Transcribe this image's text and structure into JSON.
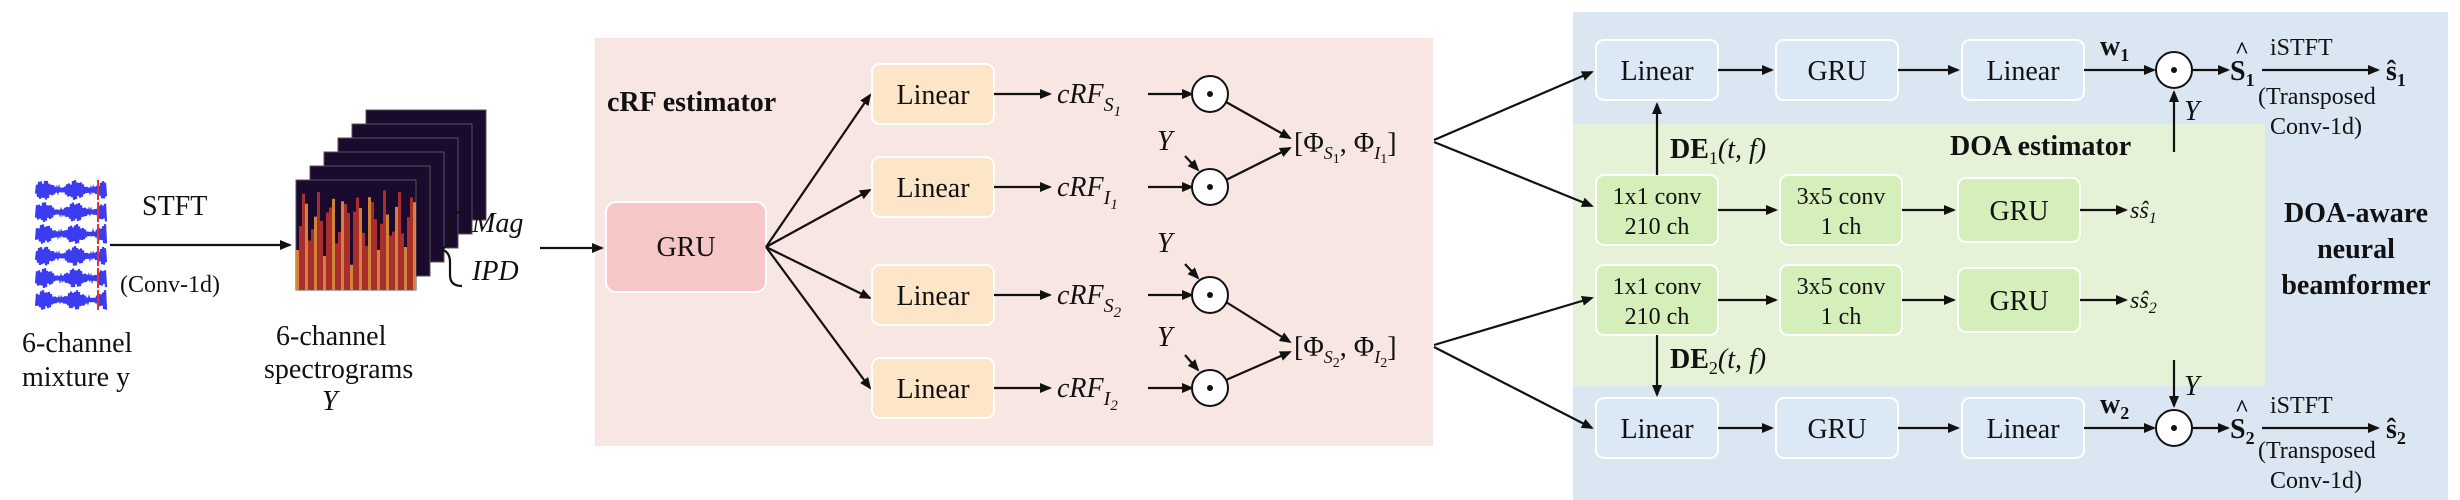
{
  "colors": {
    "crf_region": "#f8e6e3",
    "blue_region": "#dbe6f3",
    "green_region": "#e6f2d8",
    "linear_orange": "#fde5c8",
    "gru_pink": "#f6c7c7",
    "blue_box": "#dbe8f6",
    "green_box": "#d4efba",
    "mixture_blue": "#3b3cf0",
    "mixture_red": "#e0322e"
  },
  "input": {
    "mixture_label_line1": "6-channel",
    "mixture_label_line2": "mixture y",
    "stft_label": "STFT",
    "conv_label": "(Conv-1d)",
    "spectrogram_label_line1": "6-channel",
    "spectrogram_label_line2": "spectrograms",
    "spectrogram_symbol": "Y",
    "mag_label": "Mag",
    "ipd_label": "IPD"
  },
  "crf": {
    "region_title": "cRF estimator",
    "gru_label": "GRU",
    "linear_labels": [
      "Linear",
      "Linear",
      "Linear",
      "Linear"
    ],
    "crf_outputs": [
      {
        "base": "cRF",
        "sub": "S",
        "subsub": "1"
      },
      {
        "base": "cRF",
        "sub": "I",
        "subsub": "1"
      },
      {
        "base": "cRF",
        "sub": "S",
        "subsub": "2"
      },
      {
        "base": "cRF",
        "sub": "I",
        "subsub": "2"
      }
    ],
    "y_labels": [
      "Y",
      "Y",
      "Y"
    ],
    "dot_symbol": "·",
    "phi_1": "[Φ",
    "phi_2": "[Φ"
  },
  "beamformer": {
    "region_title_line1": "DOA-aware",
    "region_title_line2": "neural",
    "region_title_line3": "beamformer",
    "top_row": [
      "Linear",
      "GRU",
      "Linear"
    ],
    "bottom_row": [
      "Linear",
      "GRU",
      "Linear"
    ],
    "w1": "w",
    "w2": "w",
    "istft": "iSTFT",
    "transposed_line1": "(Transposed",
    "transposed_line2": "Conv-1d)",
    "y_label": "Y"
  },
  "doa": {
    "region_title": "DOA estimator",
    "conv1_line1": "1x1 conv",
    "conv1_line2": "210 ch",
    "conv2_line1": "3x5 conv",
    "conv2_line2": "1 ch",
    "gru_label": "GRU",
    "de1": "DE",
    "de2": "DE",
    "tf": "(t, f)"
  }
}
